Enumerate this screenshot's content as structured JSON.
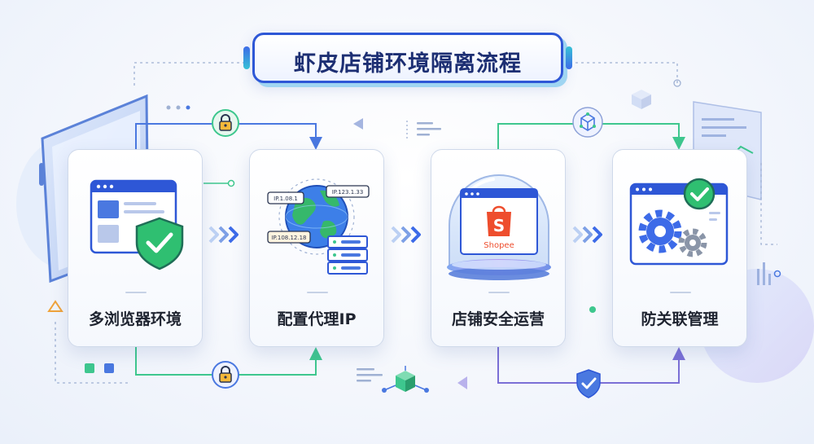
{
  "title": "虾皮店铺环境隔离流程",
  "steps": [
    {
      "label": "多浏览器环境",
      "icon": "browser-shield-icon"
    },
    {
      "label": "配置代理IP",
      "icon": "globe-proxy-icon"
    },
    {
      "label": "店铺安全运营",
      "icon": "shopee-dome-icon"
    },
    {
      "label": "防关联管理",
      "icon": "gear-check-icon"
    }
  ],
  "ip_tags": [
    "IP.1.08.1",
    "IP.123.1.33",
    "IP.108.12.18"
  ],
  "shop_logo_text": "Shopee",
  "shop_logo_letter": "S",
  "colors": {
    "primary": "#2e57d6",
    "title_text": "#1d2f73",
    "shield_green": "#2fbf71",
    "connector_blue": "#4a78e0",
    "connector_green": "#3ec78e",
    "connector_purple": "#7b6fd6",
    "shopee_orange": "#ee4d2d"
  }
}
